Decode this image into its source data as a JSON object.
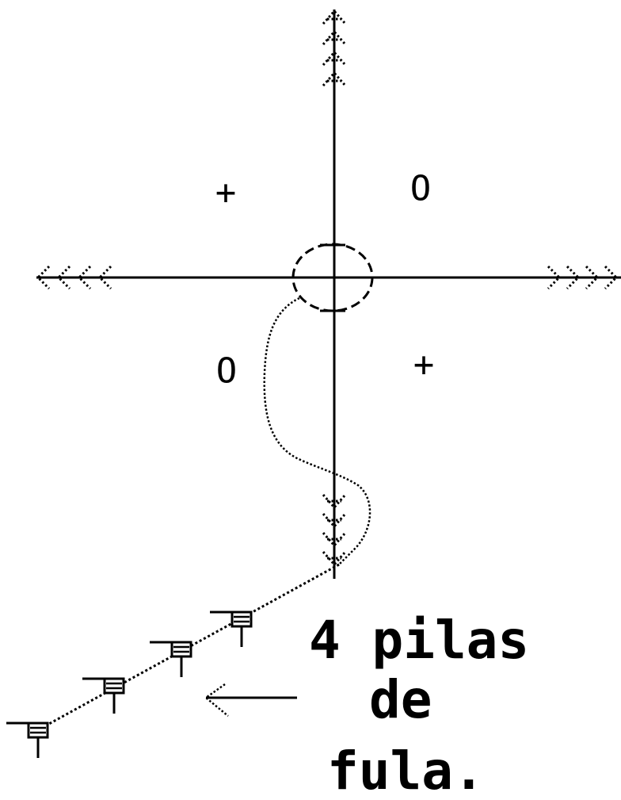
{
  "colors": {
    "ink": "#000000",
    "paper": "#ffffff"
  },
  "quadrant_marks": {
    "top_left": "+",
    "top_right": "O",
    "bottom_left": "O",
    "bottom_right": "+"
  },
  "caption": {
    "line1": "4 pilas",
    "line2": "de",
    "line3": "fula."
  }
}
